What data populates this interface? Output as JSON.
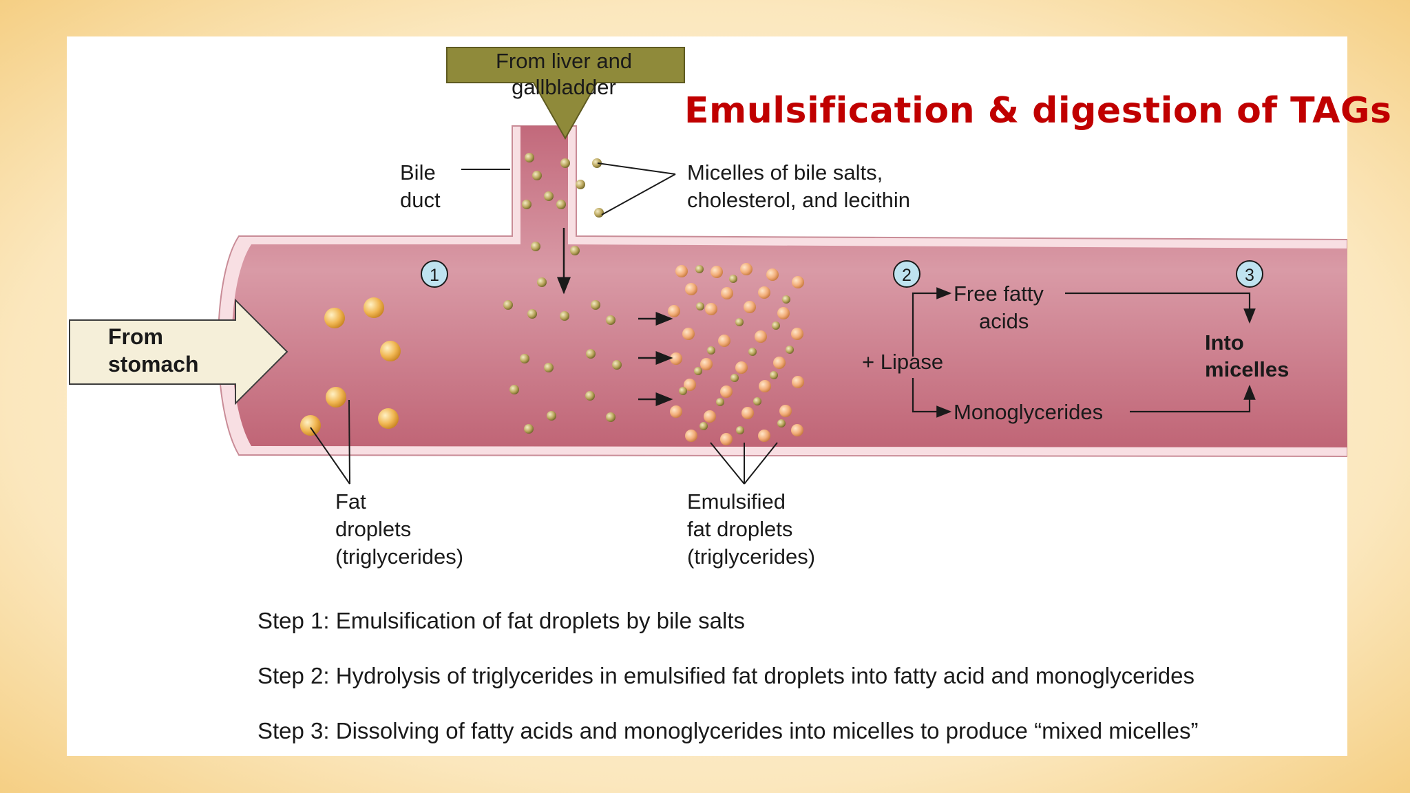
{
  "title": "Emulsification & digestion of TAGs",
  "labels": {
    "from_liver_line1": "From liver and",
    "from_liver_line2": "gallbladder",
    "bile_duct_line1": "Bile",
    "bile_duct_line2": "duct",
    "micelles_line1": "Micelles of bile salts,",
    "micelles_line2": "cholesterol, and lecithin",
    "from_stomach_line1": "From",
    "from_stomach_line2": "stomach",
    "fat_droplets_line1": "Fat",
    "fat_droplets_line2": "droplets",
    "fat_droplets_line3": "(triglycerides)",
    "emulsified_line1": "Emulsified",
    "emulsified_line2": "fat droplets",
    "emulsified_line3": "(triglycerides)",
    "lipase": "+ Lipase",
    "free_fatty_line1": "Free fatty",
    "free_fatty_line2": "acids",
    "monoglycerides": "Monoglycerides",
    "into_micelles_line1": "Into",
    "into_micelles_line2": "micelles"
  },
  "step_markers": [
    "1",
    "2",
    "3"
  ],
  "steps": [
    "Step 1: Emulsification of fat droplets by bile salts",
    "Step 2: Hydrolysis of triglycerides in emulsified fat droplets into fatty acid and monoglycerides",
    "Step 3: Dissolving of fatty acids and monoglycerides into micelles to produce “mixed micelles”"
  ],
  "colors": {
    "title": "#c00000",
    "intestine": "#cf7a8a",
    "intestine_wall": "#f6dce0",
    "fat_droplet": "#f2b54c",
    "micelle": "#c4b069",
    "arrow_olive": "#8f8a3a",
    "stomach_arrow": "#f5efd9"
  }
}
